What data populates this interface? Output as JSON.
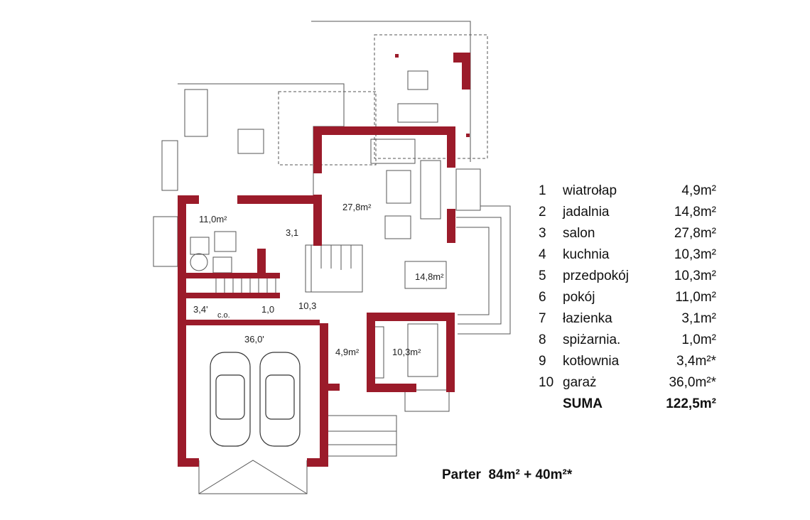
{
  "plan": {
    "room_labels": {
      "salon": "27,8m²",
      "jadalnia": "14,8m²",
      "pokoj": "11,0m²",
      "lazienka": "3,1",
      "kotlownia": "3,4'",
      "co": "c.o.",
      "spizarnia": "1,0",
      "przedpokoj": "10,3",
      "wiatrolap": "4,9m²",
      "kuchnia": "10,3m²",
      "garaz": "36,0'"
    }
  },
  "legend": {
    "rows": [
      {
        "num": "1",
        "name": "wiatrołap",
        "area": "4,9m²"
      },
      {
        "num": "2",
        "name": "jadalnia",
        "area": "14,8m²"
      },
      {
        "num": "3",
        "name": "salon",
        "area": "27,8m²"
      },
      {
        "num": "4",
        "name": "kuchnia",
        "area": "10,3m²"
      },
      {
        "num": "5",
        "name": "przedpokój",
        "area": "10,3m²"
      },
      {
        "num": "6",
        "name": "pokój",
        "area": "11,0m²"
      },
      {
        "num": "7",
        "name": "łazienka",
        "area": "3,1m²"
      },
      {
        "num": "8",
        "name": "spiżarnia.",
        "area": "1,0m²"
      },
      {
        "num": "9",
        "name": "kotłownia",
        "area": "3,4m²*"
      },
      {
        "num": "10",
        "name": "garaż",
        "area": "36,0m²*"
      }
    ],
    "total": {
      "name": "SUMA",
      "area": "122,5m²"
    }
  },
  "footer": "Parter  84m² + 40m²*",
  "colors": {
    "wall": "#9b1b2a",
    "line": "#555555",
    "background": "#ffffff"
  }
}
